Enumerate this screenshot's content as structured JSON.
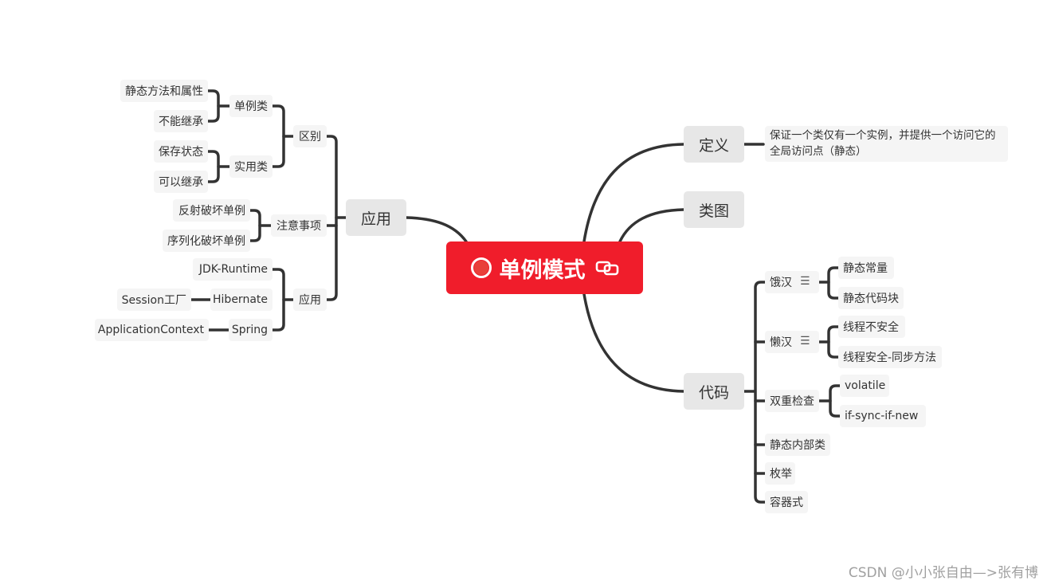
{
  "root": {
    "label": "单例模式",
    "circle_icon": "red-circle-icon",
    "link_icon": "link-icon",
    "color": "#f01d2b"
  },
  "branches": {
    "definition": {
      "label": "定义",
      "text": "保证一个类仅有一个实例，并提供一个访问它的全局访问点（静态）"
    },
    "class_diagram": {
      "label": "类图"
    },
    "code": {
      "label": "代码",
      "eager": {
        "label": "饿汉",
        "children": [
          "静态常量",
          "静态代码块"
        ]
      },
      "lazy": {
        "label": "懒汉",
        "children": [
          "线程不安全",
          "线程安全-同步方法"
        ]
      },
      "double_check": {
        "label": "双重检查",
        "children": [
          "volatile",
          "if-sync-if-new"
        ]
      },
      "others": [
        "静态内部类",
        "枚举",
        "容器式"
      ]
    },
    "application": {
      "label": "应用",
      "difference": {
        "label": "区别",
        "singleton": {
          "label": "单例类",
          "children": [
            "静态方法和属性",
            "不能继承"
          ]
        },
        "utility": {
          "label": "实用类",
          "children": [
            "保存状态",
            "可以继承"
          ]
        }
      },
      "notes": {
        "label": "注意事项",
        "children": [
          "反射破坏单例",
          "序列化破坏单例"
        ]
      },
      "usage": {
        "label": "应用",
        "jdk": "JDK-Runtime",
        "hibernate": "Hibernate",
        "hibernate_child": "Session工厂",
        "spring": "Spring",
        "spring_child": "ApplicationContext"
      }
    }
  },
  "menu_icon": "notes-menu-icon",
  "watermark": "CSDN @小小张自由—>张有博"
}
